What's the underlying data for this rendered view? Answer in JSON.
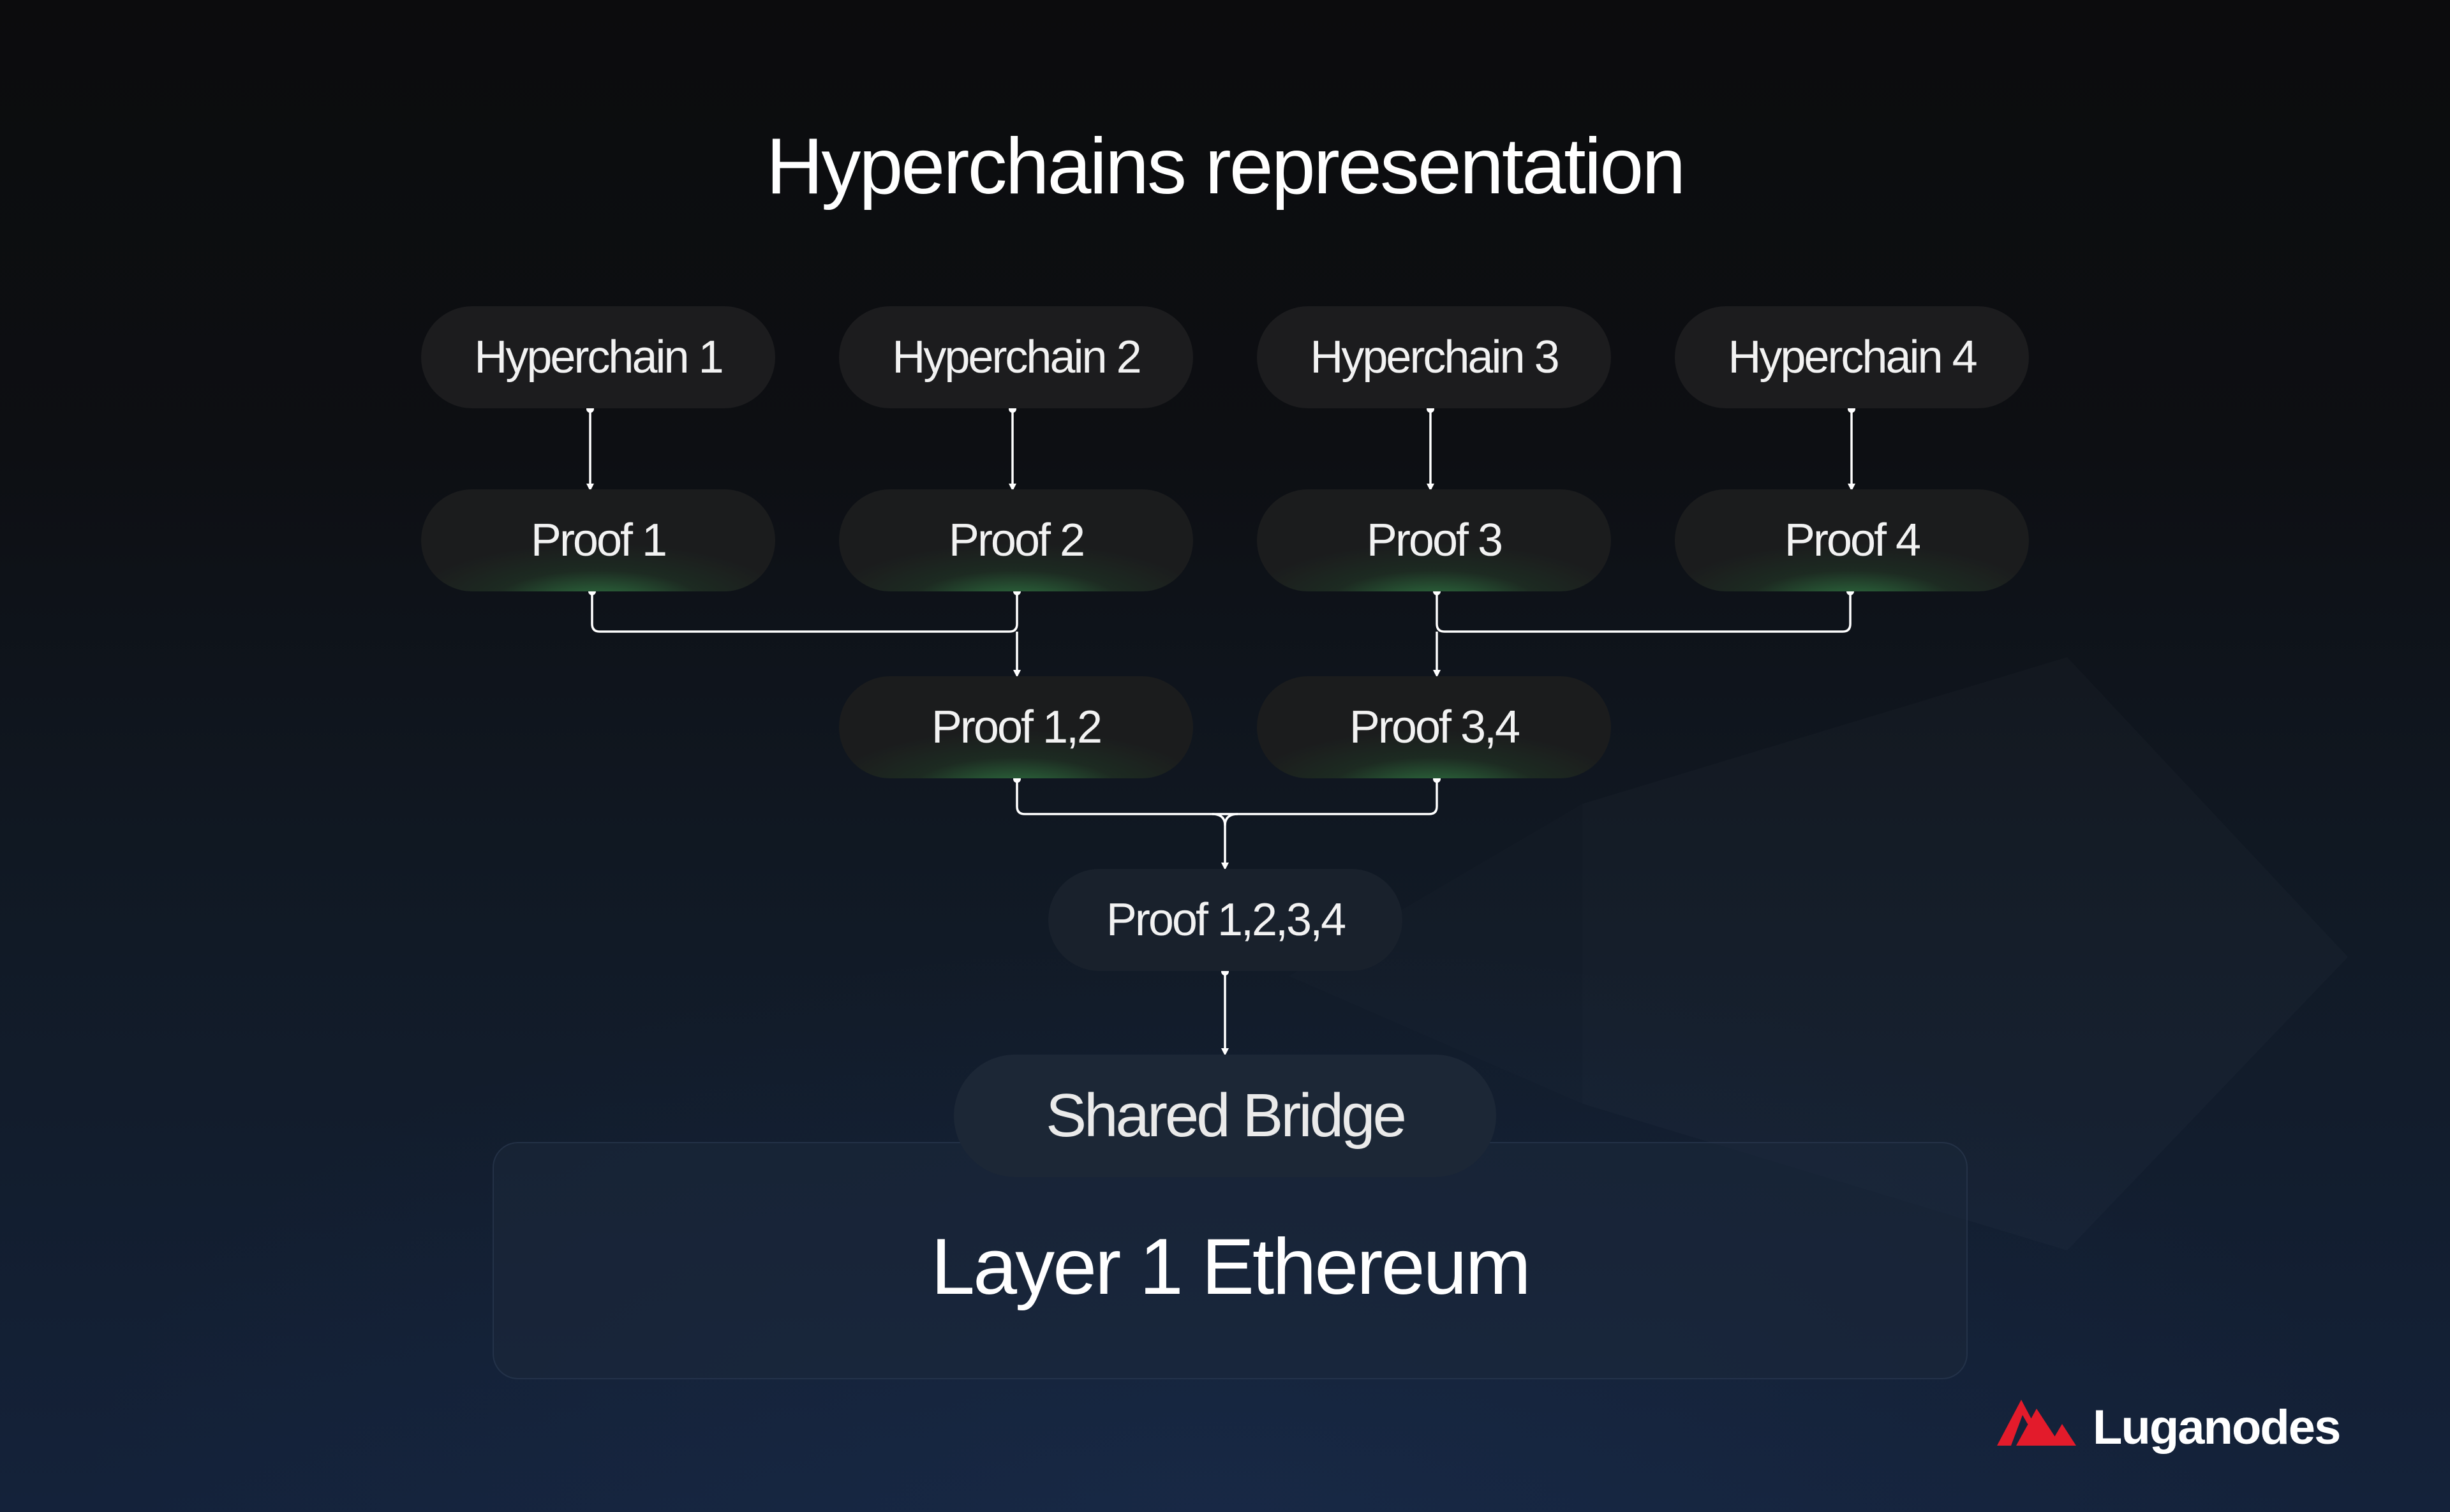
{
  "title": "Hyperchains representation",
  "hyperchains": [
    "Hyperchain 1",
    "Hyperchain 2",
    "Hyperchain 3",
    "Hyperchain 4"
  ],
  "proofs": [
    "Proof 1",
    "Proof 2",
    "Proof 3",
    "Proof 4"
  ],
  "aggregates": [
    "Proof 1,2",
    "Proof 3,4"
  ],
  "final_proof": "Proof 1,2,3,4",
  "bridge": "Shared Bridge",
  "layer1": "Layer 1 Ethereum",
  "brand": {
    "name": "Luganodes",
    "accent": "#e31b2b",
    "glow": "#3caf5a"
  }
}
